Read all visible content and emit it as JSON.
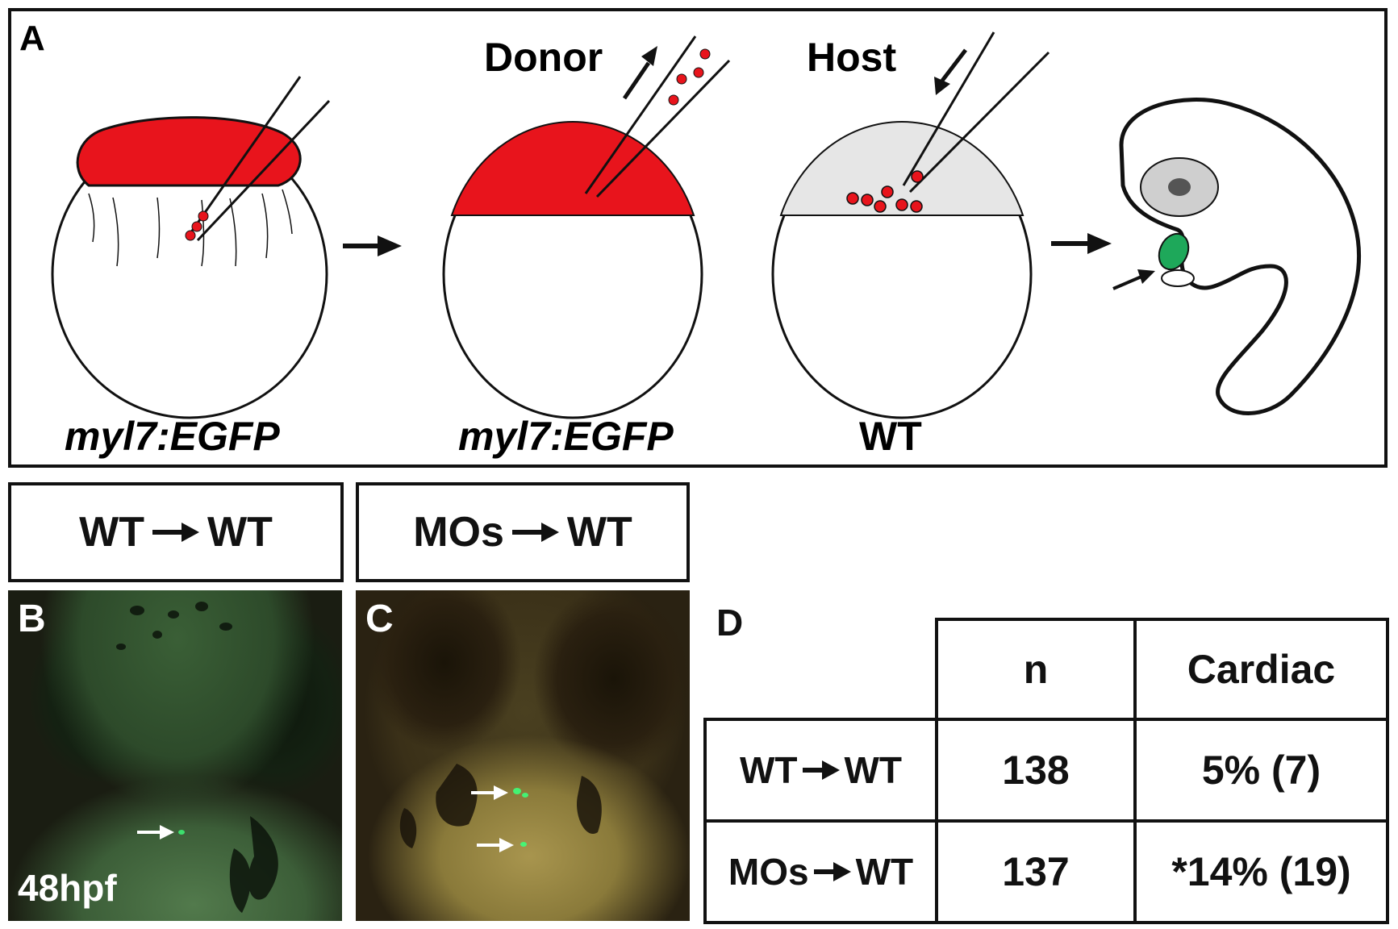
{
  "panel_a": {
    "letter": "A",
    "donor_label": "Donor",
    "host_label": "Host",
    "embryo_labels": [
      "myl7:EGFP",
      "myl7:EGFP",
      "WT"
    ]
  },
  "headers": {
    "left": {
      "from": "WT",
      "to": "WT"
    },
    "right": {
      "from": "MOs",
      "to": "WT"
    }
  },
  "micrographs": {
    "b": {
      "letter": "B",
      "time": "48hpf"
    },
    "c": {
      "letter": "C"
    }
  },
  "table": {
    "letter": "D",
    "columns": [
      "n",
      "Cardiac"
    ],
    "rows": [
      {
        "from": "WT",
        "to": "WT",
        "n": "138",
        "cardiac": "5% (7)"
      },
      {
        "from": "MOs",
        "to": "WT",
        "n": "137",
        "cardiac": "*14% (19)"
      }
    ]
  },
  "colors": {
    "donor_red": "#e8141c",
    "host_gray": "#e6e6e6",
    "heart_green": "#1ea85a",
    "fluor_green": "#3dff7a"
  }
}
